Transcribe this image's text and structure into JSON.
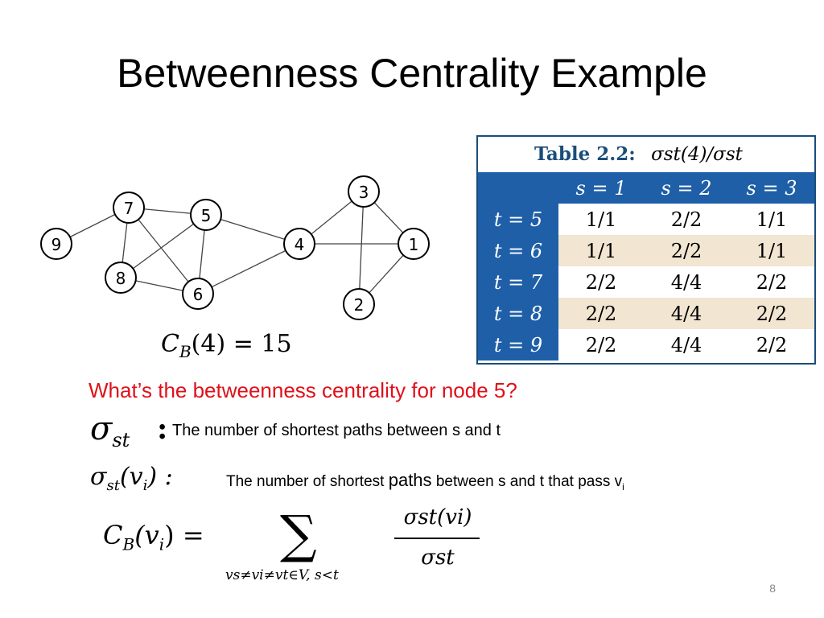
{
  "slide": {
    "title": "Betweenness Centrality Example",
    "page_number": "8"
  },
  "graph": {
    "nodes": [
      "1",
      "2",
      "3",
      "4",
      "5",
      "6",
      "7",
      "8",
      "9"
    ],
    "edges": [
      [
        "9",
        "7"
      ],
      [
        "7",
        "8"
      ],
      [
        "7",
        "5"
      ],
      [
        "7",
        "6"
      ],
      [
        "8",
        "5"
      ],
      [
        "8",
        "6"
      ],
      [
        "5",
        "6"
      ],
      [
        "5",
        "4"
      ],
      [
        "6",
        "4"
      ],
      [
        "4",
        "3"
      ],
      [
        "4",
        "1"
      ],
      [
        "3",
        "1"
      ],
      [
        "3",
        "2"
      ],
      [
        "2",
        "1"
      ]
    ],
    "cb4": {
      "prefix": "C",
      "sub": "B",
      "expr": "(4) = 15"
    }
  },
  "table": {
    "caption_label": "Table 2.2:",
    "caption_expr": "σst(4)/σst",
    "col_headers": [
      "",
      "s = 1",
      "s = 2",
      "s = 3"
    ],
    "rows": [
      {
        "t": "t = 5",
        "values": [
          "1/1",
          "2/2",
          "1/1"
        ]
      },
      {
        "t": "t = 6",
        "values": [
          "1/1",
          "2/2",
          "1/1"
        ]
      },
      {
        "t": "t = 7",
        "values": [
          "2/2",
          "4/4",
          "2/2"
        ]
      },
      {
        "t": "t = 8",
        "values": [
          "2/2",
          "4/4",
          "2/2"
        ]
      },
      {
        "t": "t = 9",
        "values": [
          "2/2",
          "4/4",
          "2/2"
        ]
      }
    ]
  },
  "question": "What’s the betweenness centrality  for node 5?",
  "definitions": {
    "sigma_st_symbol": "σ",
    "sigma_st_sub": "st",
    "sigma_st_colon": ":",
    "sigma_st_text": "The number of shortest paths between s and t",
    "sigma_st_vi_symbol": "σ",
    "sigma_st_vi_sub": "st",
    "sigma_st_vi_arg": "(v",
    "sigma_st_vi_arg_sub": "i",
    "sigma_st_vi_close": ") :",
    "sigma_st_vi_text_a": "The number of shortest ",
    "sigma_st_vi_text_b": "paths",
    "sigma_st_vi_text_c": " between s and t that pass v",
    "sigma_st_vi_text_sub": "i"
  },
  "formula": {
    "lhs": "C",
    "lhs_sub": "B",
    "lhs_arg": "(v",
    "lhs_arg_sub": "i",
    "lhs_close": ") =",
    "sum_symbol": "∑",
    "sum_index": "vs≠vi≠vt∈V, s<t",
    "numerator": "σst(vi)",
    "denominator": "σst"
  }
}
